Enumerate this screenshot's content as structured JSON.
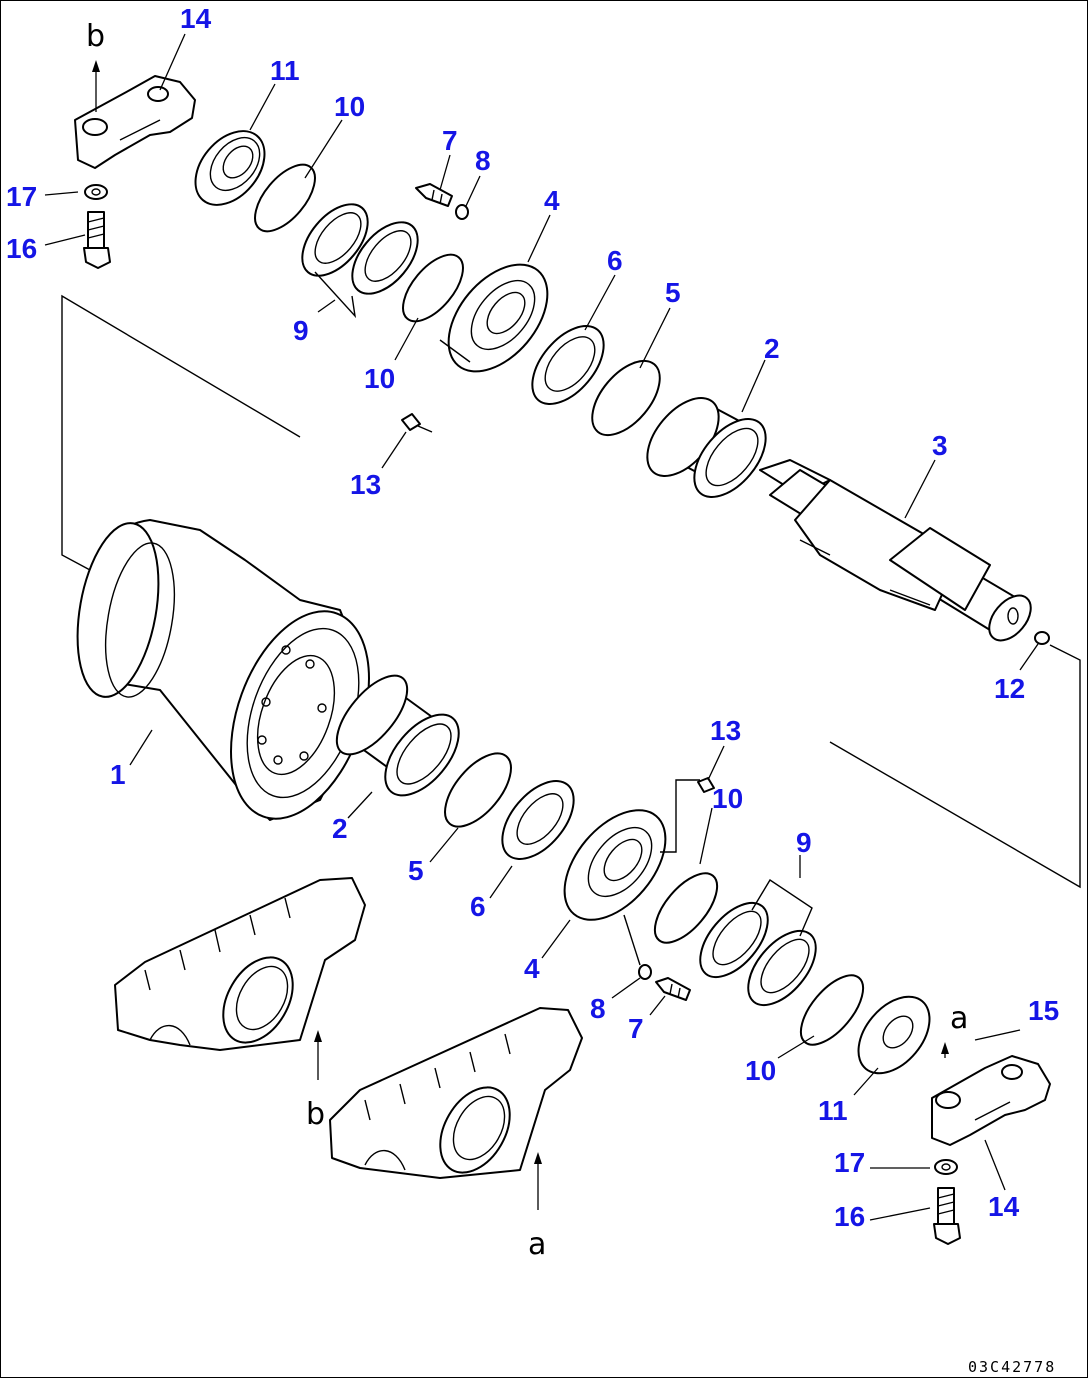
{
  "diagram": {
    "drawing_code": "03C42778",
    "letters": {
      "a": "a",
      "b": "b"
    },
    "callouts": [
      {
        "id": "c14a",
        "label": "14"
      },
      {
        "id": "c11a",
        "label": "11"
      },
      {
        "id": "c10a",
        "label": "10"
      },
      {
        "id": "c7a",
        "label": "7"
      },
      {
        "id": "c8a",
        "label": "8"
      },
      {
        "id": "c17a",
        "label": "17"
      },
      {
        "id": "c4a",
        "label": "4"
      },
      {
        "id": "c16a",
        "label": "16"
      },
      {
        "id": "c6a",
        "label": "6"
      },
      {
        "id": "c5a",
        "label": "5"
      },
      {
        "id": "c9a",
        "label": "9"
      },
      {
        "id": "c2a",
        "label": "2"
      },
      {
        "id": "c10b",
        "label": "10"
      },
      {
        "id": "c3",
        "label": "3"
      },
      {
        "id": "c13a",
        "label": "13"
      },
      {
        "id": "c12",
        "label": "12"
      },
      {
        "id": "c13b",
        "label": "13"
      },
      {
        "id": "c1",
        "label": "1"
      },
      {
        "id": "c10c",
        "label": "10"
      },
      {
        "id": "c2b",
        "label": "2"
      },
      {
        "id": "c9b",
        "label": "9"
      },
      {
        "id": "c5b",
        "label": "5"
      },
      {
        "id": "c6b",
        "label": "6"
      },
      {
        "id": "c4b",
        "label": "4"
      },
      {
        "id": "c8b",
        "label": "8"
      },
      {
        "id": "c7b",
        "label": "7"
      },
      {
        "id": "c15",
        "label": "15"
      },
      {
        "id": "c10d",
        "label": "10"
      },
      {
        "id": "c11b",
        "label": "11"
      },
      {
        "id": "c17b",
        "label": "17"
      },
      {
        "id": "c14b",
        "label": "14"
      },
      {
        "id": "c16b",
        "label": "16"
      }
    ]
  }
}
